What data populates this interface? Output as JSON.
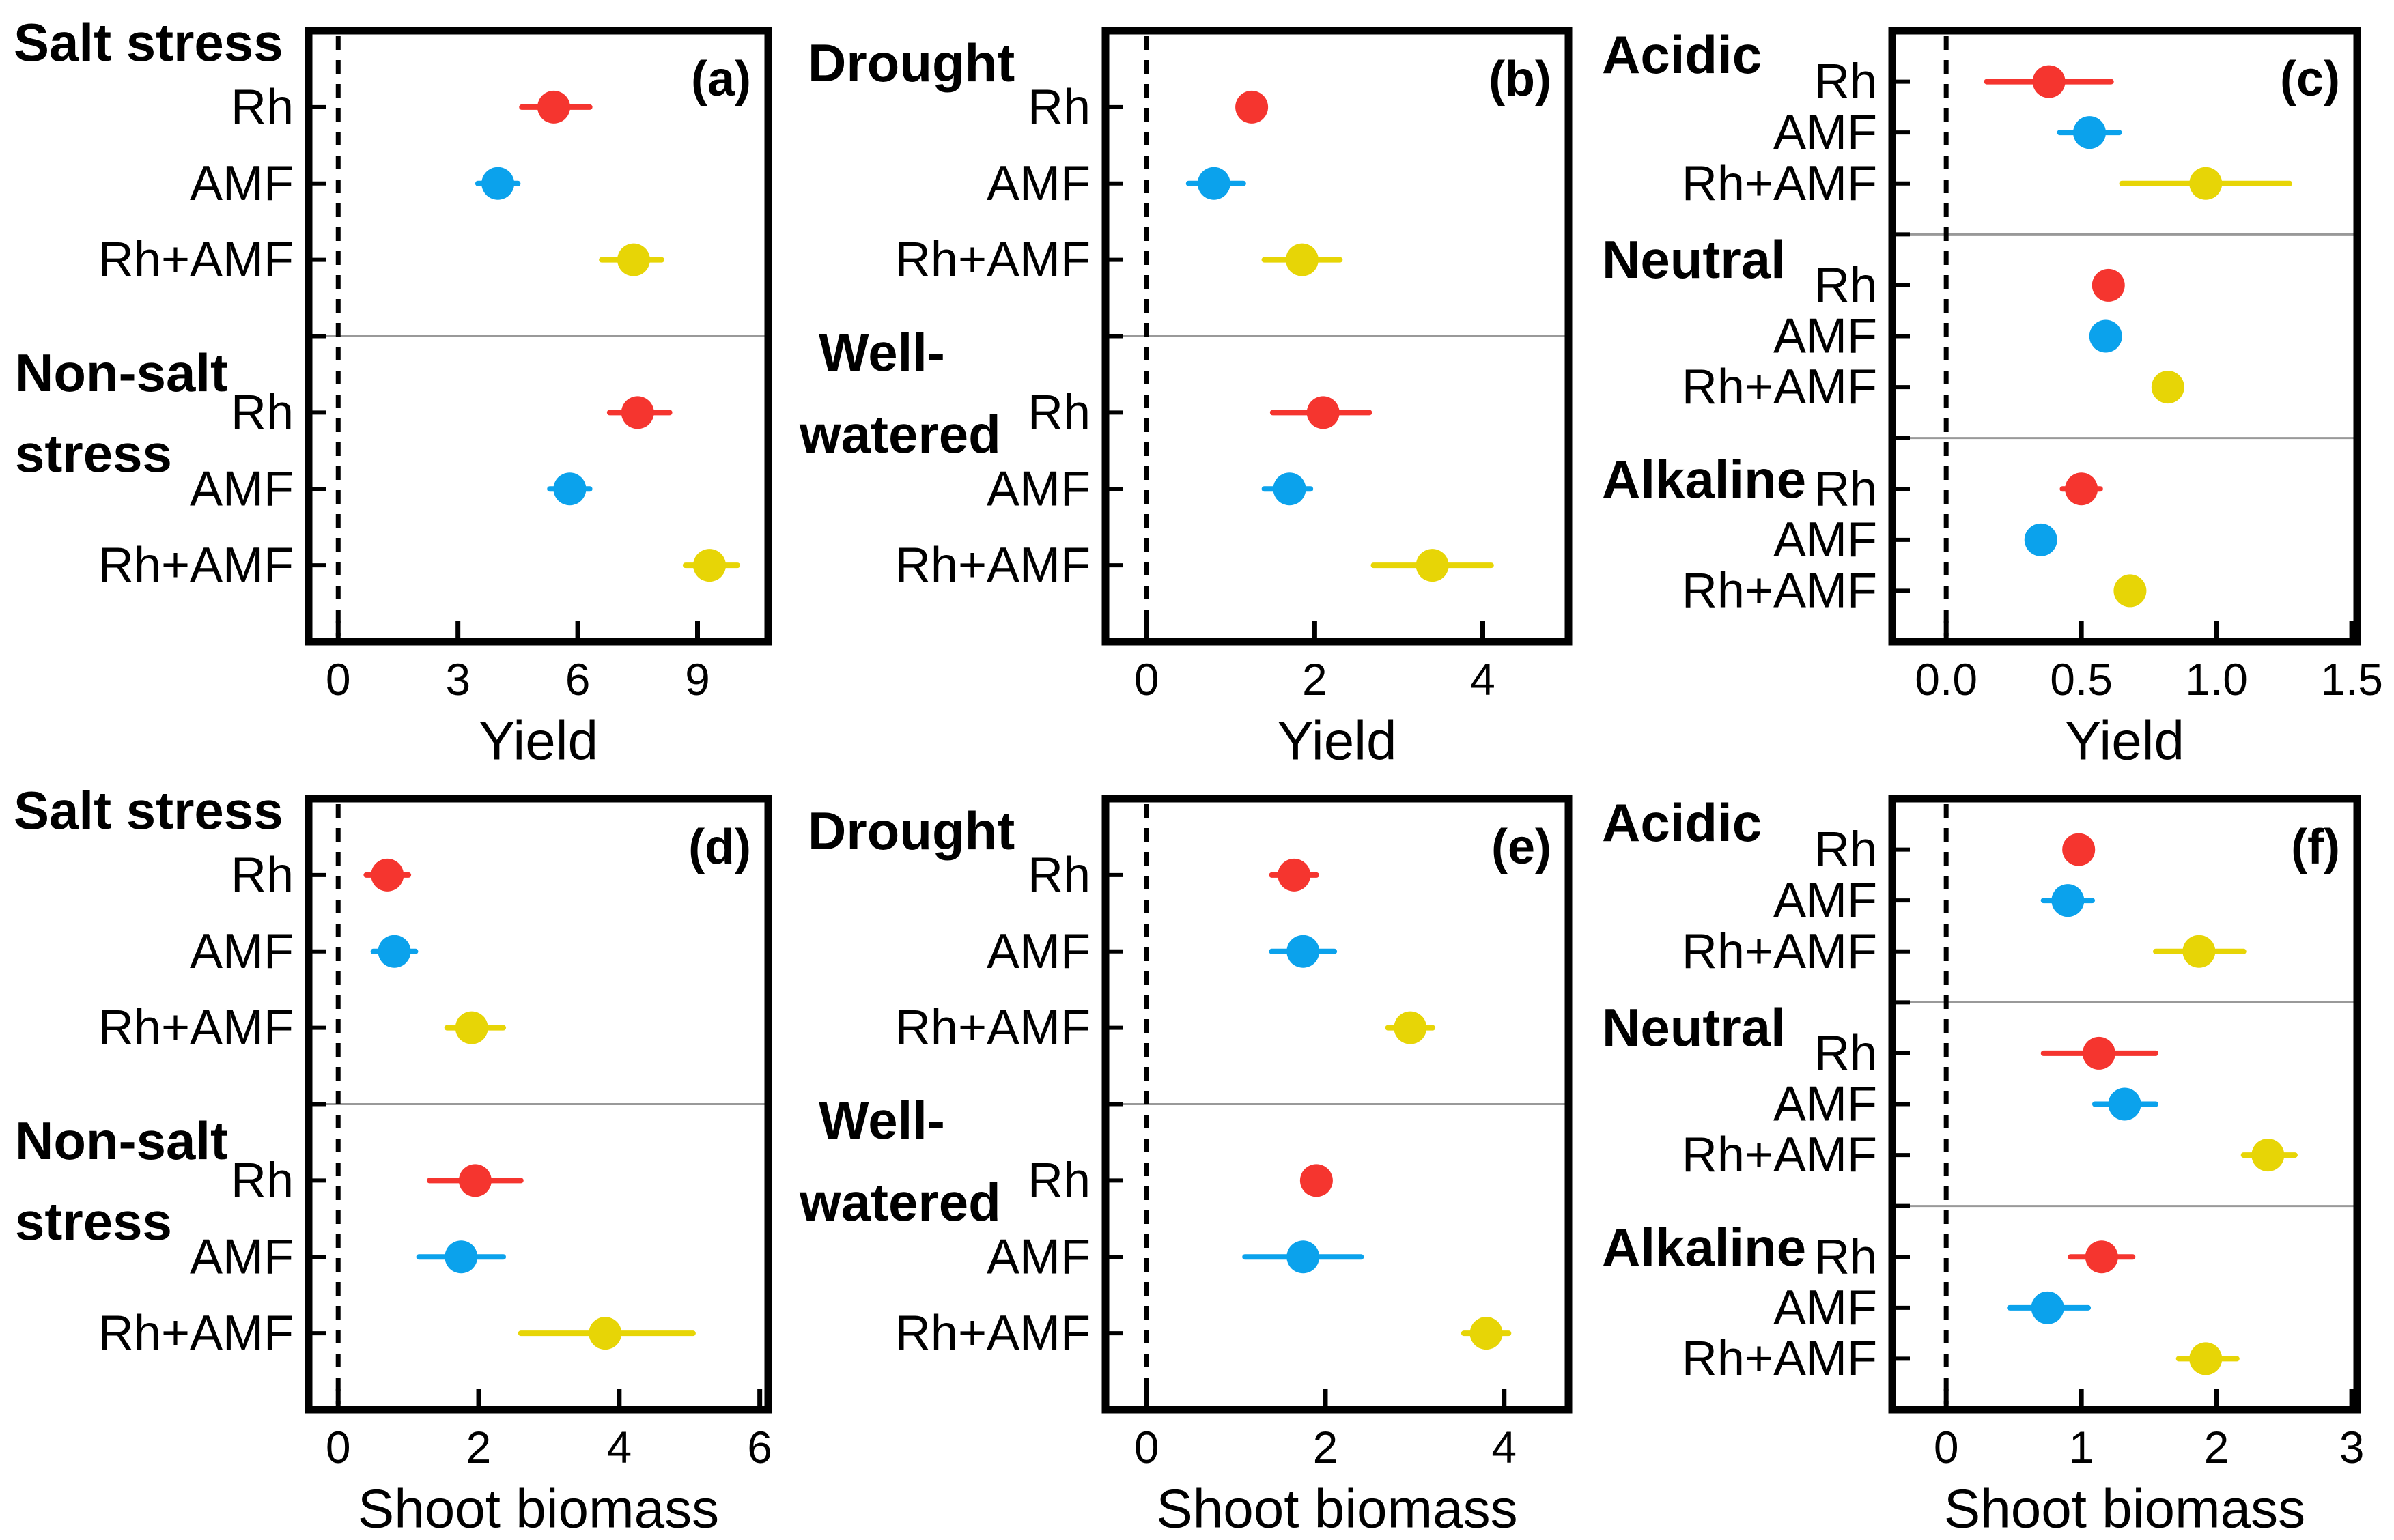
{
  "style": {
    "red": "#F5352F",
    "blue": "#0BA2EC",
    "yellow": "#E7D506",
    "axis_color": "#000000",
    "separator_color": "#999999",
    "background": "#ffffff"
  },
  "treatments": [
    "Rh",
    "AMF",
    "Rh+AMF"
  ],
  "chart_data": [
    {
      "type": "scatter",
      "panel": "(a)",
      "orientation": "horizontal",
      "xlabel": "Yield",
      "xlim": [
        -0.74,
        10.77
      ],
      "xtick_values": [
        0,
        3,
        6,
        9
      ],
      "xtick_labels": [
        "0",
        "3",
        "6",
        "9"
      ],
      "zero_line": true,
      "grid": false,
      "legend": "none",
      "groups": [
        {
          "label": "Salt stress",
          "label_lines": [
            "Salt stress"
          ],
          "rows": [
            {
              "treatment": "Rh",
              "color": "red",
              "mean": 5.4,
              "ci_low": 4.6,
              "ci_high": 6.3
            },
            {
              "treatment": "AMF",
              "color": "blue",
              "mean": 4.0,
              "ci_low": 3.5,
              "ci_high": 4.5
            },
            {
              "treatment": "Rh+AMF",
              "color": "yellow",
              "mean": 7.4,
              "ci_low": 6.6,
              "ci_high": 8.1
            }
          ]
        },
        {
          "label": "Non-salt stress",
          "label_lines": [
            "Non-salt",
            "stress"
          ],
          "rows": [
            {
              "treatment": "Rh",
              "color": "red",
              "mean": 7.5,
              "ci_low": 6.8,
              "ci_high": 8.3
            },
            {
              "treatment": "AMF",
              "color": "blue",
              "mean": 5.8,
              "ci_low": 5.3,
              "ci_high": 6.3
            },
            {
              "treatment": "Rh+AMF",
              "color": "yellow",
              "mean": 9.3,
              "ci_low": 8.7,
              "ci_high": 10.0
            }
          ]
        }
      ]
    },
    {
      "type": "scatter",
      "panel": "(b)",
      "orientation": "horizontal",
      "xlabel": "Yield",
      "xlim": [
        -0.49,
        5.02
      ],
      "xtick_values": [
        0,
        2,
        4
      ],
      "xtick_labels": [
        "0",
        "2",
        "4"
      ],
      "zero_line": true,
      "grid": false,
      "legend": "none",
      "groups": [
        {
          "label": "Drought",
          "label_lines": [
            "Drought"
          ],
          "rows": [
            {
              "treatment": "Rh",
              "color": "red",
              "mean": 1.25,
              "ci_low": 1.1,
              "ci_high": 1.4
            },
            {
              "treatment": "AMF",
              "color": "blue",
              "mean": 0.8,
              "ci_low": 0.5,
              "ci_high": 1.15
            },
            {
              "treatment": "Rh+AMF",
              "color": "yellow",
              "mean": 1.85,
              "ci_low": 1.4,
              "ci_high": 2.3
            }
          ]
        },
        {
          "label": "Well-watered",
          "label_lines": [
            "Well-",
            "watered"
          ],
          "rows": [
            {
              "treatment": "Rh",
              "color": "red",
              "mean": 2.1,
              "ci_low": 1.5,
              "ci_high": 2.65
            },
            {
              "treatment": "AMF",
              "color": "blue",
              "mean": 1.7,
              "ci_low": 1.4,
              "ci_high": 1.95
            },
            {
              "treatment": "Rh+AMF",
              "color": "yellow",
              "mean": 3.4,
              "ci_low": 2.7,
              "ci_high": 4.1
            }
          ]
        }
      ]
    },
    {
      "type": "scatter",
      "panel": "(c)",
      "orientation": "horizontal",
      "xlabel": "Yield",
      "xlim": [
        -0.2,
        1.52
      ],
      "xtick_values": [
        0.0,
        0.5,
        1.0,
        1.5
      ],
      "xtick_labels": [
        "0.0",
        "0.5",
        "1.0",
        "1.5"
      ],
      "zero_line": true,
      "grid": false,
      "legend": "none",
      "groups": [
        {
          "label": "Acidic",
          "label_lines": [
            "Acidic"
          ],
          "rows": [
            {
              "treatment": "Rh",
              "color": "red",
              "mean": 0.38,
              "ci_low": 0.15,
              "ci_high": 0.61
            },
            {
              "treatment": "AMF",
              "color": "blue",
              "mean": 0.53,
              "ci_low": 0.42,
              "ci_high": 0.64
            },
            {
              "treatment": "Rh+AMF",
              "color": "yellow",
              "mean": 0.96,
              "ci_low": 0.65,
              "ci_high": 1.27
            }
          ]
        },
        {
          "label": "Neutral",
          "label_lines": [
            "Neutral"
          ],
          "rows": [
            {
              "treatment": "Rh",
              "color": "red",
              "mean": 0.6,
              "ci_low": 0.58,
              "ci_high": 0.62
            },
            {
              "treatment": "AMF",
              "color": "blue",
              "mean": 0.59,
              "ci_low": 0.57,
              "ci_high": 0.61
            },
            {
              "treatment": "Rh+AMF",
              "color": "yellow",
              "mean": 0.82,
              "ci_low": 0.8,
              "ci_high": 0.84
            }
          ]
        },
        {
          "label": "Alkaline",
          "label_lines": [
            "Alkaline"
          ],
          "rows": [
            {
              "treatment": "Rh",
              "color": "red",
              "mean": 0.5,
              "ci_low": 0.43,
              "ci_high": 0.57
            },
            {
              "treatment": "AMF",
              "color": "blue",
              "mean": 0.35,
              "ci_low": 0.33,
              "ci_high": 0.37
            },
            {
              "treatment": "Rh+AMF",
              "color": "yellow",
              "mean": 0.68,
              "ci_low": 0.66,
              "ci_high": 0.7
            }
          ]
        }
      ]
    },
    {
      "type": "scatter",
      "panel": "(d)",
      "orientation": "horizontal",
      "xlabel": "Shoot biomass",
      "xlim": [
        -0.42,
        6.12
      ],
      "xtick_values": [
        0,
        2,
        4,
        6
      ],
      "xtick_labels": [
        "0",
        "2",
        "4",
        "6"
      ],
      "zero_line": true,
      "grid": false,
      "legend": "none",
      "groups": [
        {
          "label": "Salt stress",
          "label_lines": [
            "Salt stress"
          ],
          "rows": [
            {
              "treatment": "Rh",
              "color": "red",
              "mean": 0.7,
              "ci_low": 0.4,
              "ci_high": 1.0
            },
            {
              "treatment": "AMF",
              "color": "blue",
              "mean": 0.8,
              "ci_low": 0.5,
              "ci_high": 1.1
            },
            {
              "treatment": "Rh+AMF",
              "color": "yellow",
              "mean": 1.9,
              "ci_low": 1.55,
              "ci_high": 2.35
            }
          ]
        },
        {
          "label": "Non-salt stress",
          "label_lines": [
            "Non-salt",
            "stress"
          ],
          "rows": [
            {
              "treatment": "Rh",
              "color": "red",
              "mean": 1.95,
              "ci_low": 1.3,
              "ci_high": 2.6
            },
            {
              "treatment": "AMF",
              "color": "blue",
              "mean": 1.75,
              "ci_low": 1.15,
              "ci_high": 2.35
            },
            {
              "treatment": "Rh+AMF",
              "color": "yellow",
              "mean": 3.8,
              "ci_low": 2.6,
              "ci_high": 5.05
            }
          ]
        }
      ]
    },
    {
      "type": "scatter",
      "panel": "(e)",
      "orientation": "horizontal",
      "xlabel": "Shoot biomass",
      "xlim": [
        -0.46,
        4.72
      ],
      "xtick_values": [
        0,
        2,
        4
      ],
      "xtick_labels": [
        "0",
        "2",
        "4"
      ],
      "zero_line": true,
      "grid": false,
      "legend": "none",
      "groups": [
        {
          "label": "Drought",
          "label_lines": [
            "Drought"
          ],
          "rows": [
            {
              "treatment": "Rh",
              "color": "red",
              "mean": 1.65,
              "ci_low": 1.4,
              "ci_high": 1.9
            },
            {
              "treatment": "AMF",
              "color": "blue",
              "mean": 1.75,
              "ci_low": 1.4,
              "ci_high": 2.1
            },
            {
              "treatment": "Rh+AMF",
              "color": "yellow",
              "mean": 2.95,
              "ci_low": 2.7,
              "ci_high": 3.2
            }
          ]
        },
        {
          "label": "Well-watered",
          "label_lines": [
            "Well-",
            "watered"
          ],
          "rows": [
            {
              "treatment": "Rh",
              "color": "red",
              "mean": 1.9,
              "ci_low": 1.85,
              "ci_high": 1.95
            },
            {
              "treatment": "AMF",
              "color": "blue",
              "mean": 1.75,
              "ci_low": 1.1,
              "ci_high": 2.4
            },
            {
              "treatment": "Rh+AMF",
              "color": "yellow",
              "mean": 3.8,
              "ci_low": 3.55,
              "ci_high": 4.05
            }
          ]
        }
      ]
    },
    {
      "type": "scatter",
      "panel": "(f)",
      "orientation": "horizontal",
      "xlabel": "Shoot biomass",
      "xlim": [
        -0.4,
        3.04
      ],
      "xtick_values": [
        0,
        1,
        2,
        3
      ],
      "xtick_labels": [
        "0",
        "1",
        "2",
        "3"
      ],
      "zero_line": true,
      "grid": false,
      "legend": "none",
      "groups": [
        {
          "label": "Acidic",
          "label_lines": [
            "Acidic"
          ],
          "rows": [
            {
              "treatment": "Rh",
              "color": "red",
              "mean": 0.98,
              "ci_low": 0.95,
              "ci_high": 1.01
            },
            {
              "treatment": "AMF",
              "color": "blue",
              "mean": 0.9,
              "ci_low": 0.72,
              "ci_high": 1.08
            },
            {
              "treatment": "Rh+AMF",
              "color": "yellow",
              "mean": 1.87,
              "ci_low": 1.55,
              "ci_high": 2.2
            }
          ]
        },
        {
          "label": "Neutral",
          "label_lines": [
            "Neutral"
          ],
          "rows": [
            {
              "treatment": "Rh",
              "color": "red",
              "mean": 1.13,
              "ci_low": 0.72,
              "ci_high": 1.55
            },
            {
              "treatment": "AMF",
              "color": "blue",
              "mean": 1.32,
              "ci_low": 1.1,
              "ci_high": 1.55
            },
            {
              "treatment": "Rh+AMF",
              "color": "yellow",
              "mean": 2.38,
              "ci_low": 2.2,
              "ci_high": 2.58
            }
          ]
        },
        {
          "label": "Alkaline",
          "label_lines": [
            "Alkaline"
          ],
          "rows": [
            {
              "treatment": "Rh",
              "color": "red",
              "mean": 1.15,
              "ci_low": 0.92,
              "ci_high": 1.38
            },
            {
              "treatment": "AMF",
              "color": "blue",
              "mean": 0.75,
              "ci_low": 0.47,
              "ci_high": 1.05
            },
            {
              "treatment": "Rh+AMF",
              "color": "yellow",
              "mean": 1.92,
              "ci_low": 1.72,
              "ci_high": 2.15
            }
          ]
        }
      ]
    }
  ]
}
